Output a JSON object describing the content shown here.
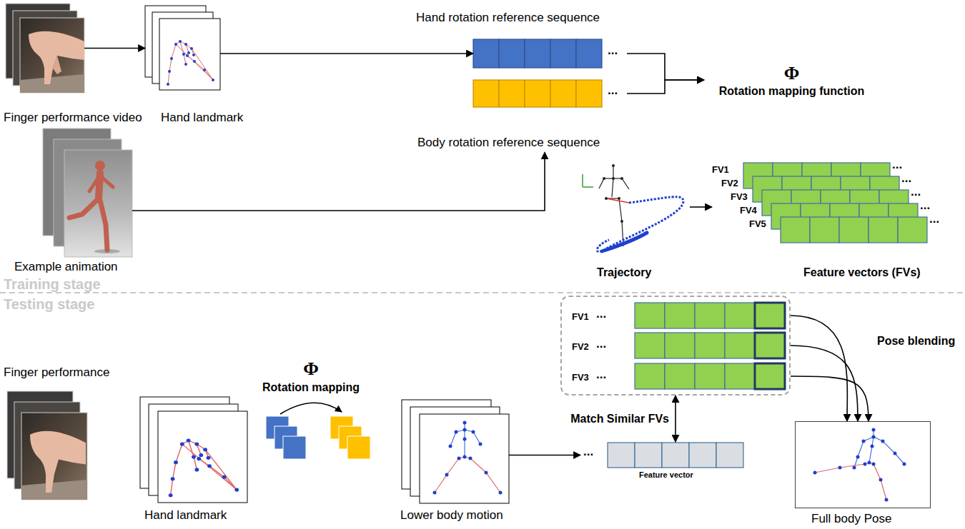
{
  "diagram": {
    "nodes": [
      {
        "text": [
          "Finger performance video"
        ]
      },
      {
        "text": [
          "Hand landmark"
        ]
      },
      {
        "text": [
          "Hand rotation reference sequence",
          "..."
        ]
      },
      {
        "text": [
          "...",
          "Body rotation reference sequence"
        ]
      },
      {
        "text": [
          "Φ",
          "Rotation mapping function"
        ]
      },
      {
        "text": [
          "Example animation"
        ]
      },
      {
        "text": [
          "Trajectory"
        ]
      },
      {
        "text": [
          "FV1",
          "FV2",
          "FV3",
          "FV4",
          "FV5",
          "Feature vectors (FVs)"
        ]
      },
      {
        "text": [
          "Finger performance"
        ]
      },
      {
        "text": [
          "Hand landmark"
        ]
      },
      {
        "text": [
          "Φ",
          "Rotation mapping"
        ]
      },
      {
        "text": [
          "Lower body motion"
        ]
      },
      {
        "text": [
          "...",
          "Feature vector"
        ]
      },
      {
        "text": [
          "FV1",
          "FV2",
          "FV3"
        ]
      },
      {
        "text": [
          "Full body Pose"
        ]
      }
    ],
    "edges": [
      {
        "from": 0,
        "to": 1,
        "arrow": "to"
      },
      {
        "from": 1,
        "to": 2,
        "arrow": "to"
      },
      {
        "from": 2,
        "to": 4,
        "arrow": "to"
      },
      {
        "from": 3,
        "to": 4,
        "arrow": "to"
      },
      {
        "from": 5,
        "to": 3,
        "arrow": "to"
      },
      {
        "from": 6,
        "to": 7,
        "arrow": "to"
      },
      {
        "from": 11,
        "to": 12,
        "arrow": "to"
      },
      {
        "from": 12,
        "to": 13,
        "label": "Match Similar FVs",
        "arrow": "both"
      },
      {
        "from": 13,
        "to": 14,
        "label": "Pose blending",
        "arrow": "to"
      }
    ],
    "labels": [
      "Training stage",
      "...",
      "...",
      "...",
      "...",
      "...",
      "Testing stage",
      "...",
      "...",
      "..."
    ]
  }
}
